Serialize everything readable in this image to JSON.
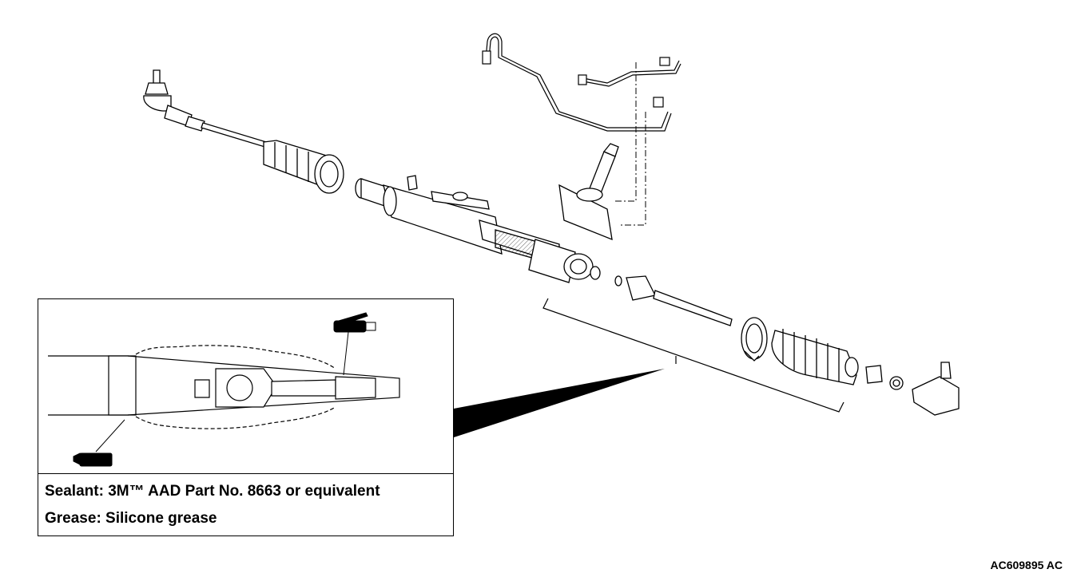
{
  "legend": {
    "sealant": "Sealant: 3M™ AAD Part No. 8663 or equivalent",
    "grease": "Grease: Silicone grease"
  },
  "reference_code": "AC609895 AC"
}
